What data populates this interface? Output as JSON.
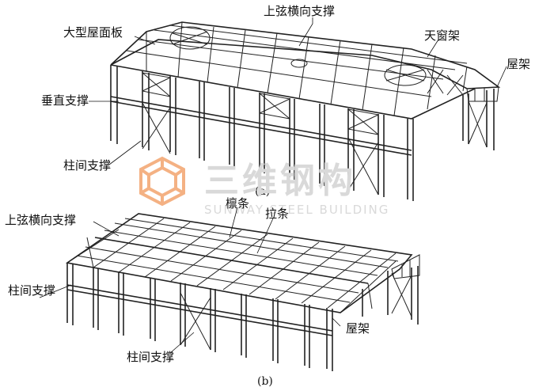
{
  "watermark": {
    "brand_cn": "三维钢构",
    "brand_en": "SUNWAY STEEL BUILDING",
    "logo_color": "#f4b183",
    "text_color": "#d9d9d9"
  },
  "figure_a": {
    "caption": "(a)",
    "labels": {
      "upper_chord_bracing": "上弦横向支撑",
      "roof_panel": "大型屋面板",
      "skylight_frame": "天窗架",
      "roof_truss": "屋架",
      "vertical_bracing": "垂直支撑",
      "column_bracing": "柱间支撑"
    }
  },
  "figure_b": {
    "caption": "(b)",
    "labels": {
      "upper_chord_bracing": "上弦横向支撑",
      "purlin": "檩条",
      "tie_bar": "拉条",
      "column_bracing_left": "柱间支撑",
      "roof_truss": "屋架",
      "column_bracing_bottom": "柱间支撑"
    }
  }
}
